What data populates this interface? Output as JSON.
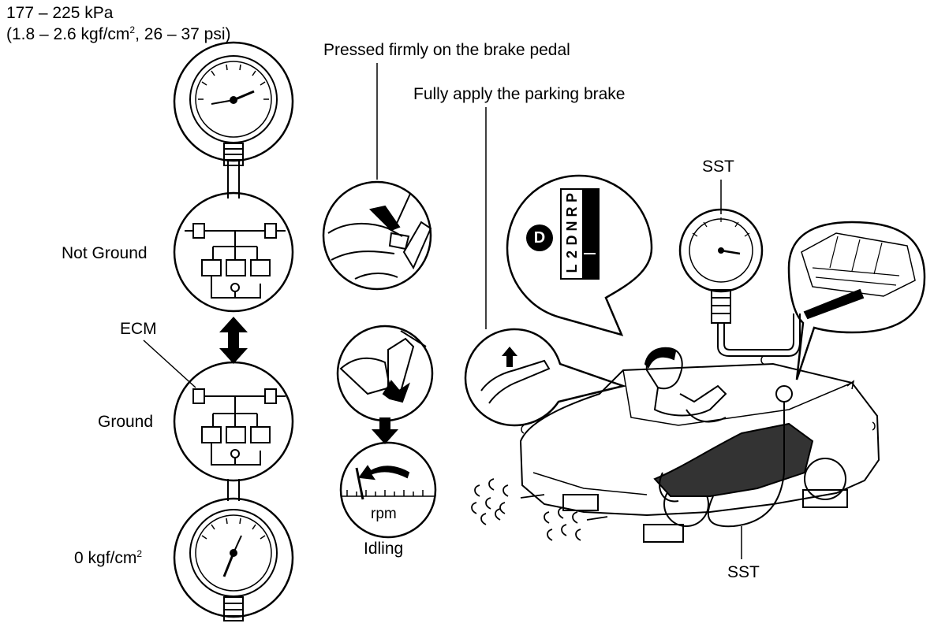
{
  "labels": {
    "pressure_range": "177 – 225 kPa",
    "pressure_units_prefix": "(1.8 – 2.6 kgf/cm",
    "pressure_units_sup": "2",
    "pressure_units_suffix": ", 26 – 37 psi)",
    "brake_pedal": "Pressed firmly on the brake pedal",
    "parking_brake": "Fully apply the parking brake",
    "not_ground": "Not Ground",
    "ecm": "ECM",
    "ground": "Ground",
    "zero_prefix": "0 kgf/cm",
    "zero_sup": "2",
    "idling": "Idling",
    "rpm": "rpm",
    "sst_top": "SST",
    "sst_bottom": "SST",
    "d_badge": "D",
    "shift_positions": [
      "P",
      "R",
      "N",
      "D",
      "2",
      "L"
    ]
  },
  "icons": [
    "pressure-gauge-icon",
    "ecm-connector-icon",
    "double-arrow-icon",
    "brake-pedal-icon",
    "accelerator-pedal-icon",
    "tachometer-icon",
    "shift-indicator-icon",
    "parking-brake-icon",
    "vehicle-icon",
    "driver-icon"
  ],
  "colors": {
    "ink": "#000000",
    "paper": "#ffffff"
  }
}
